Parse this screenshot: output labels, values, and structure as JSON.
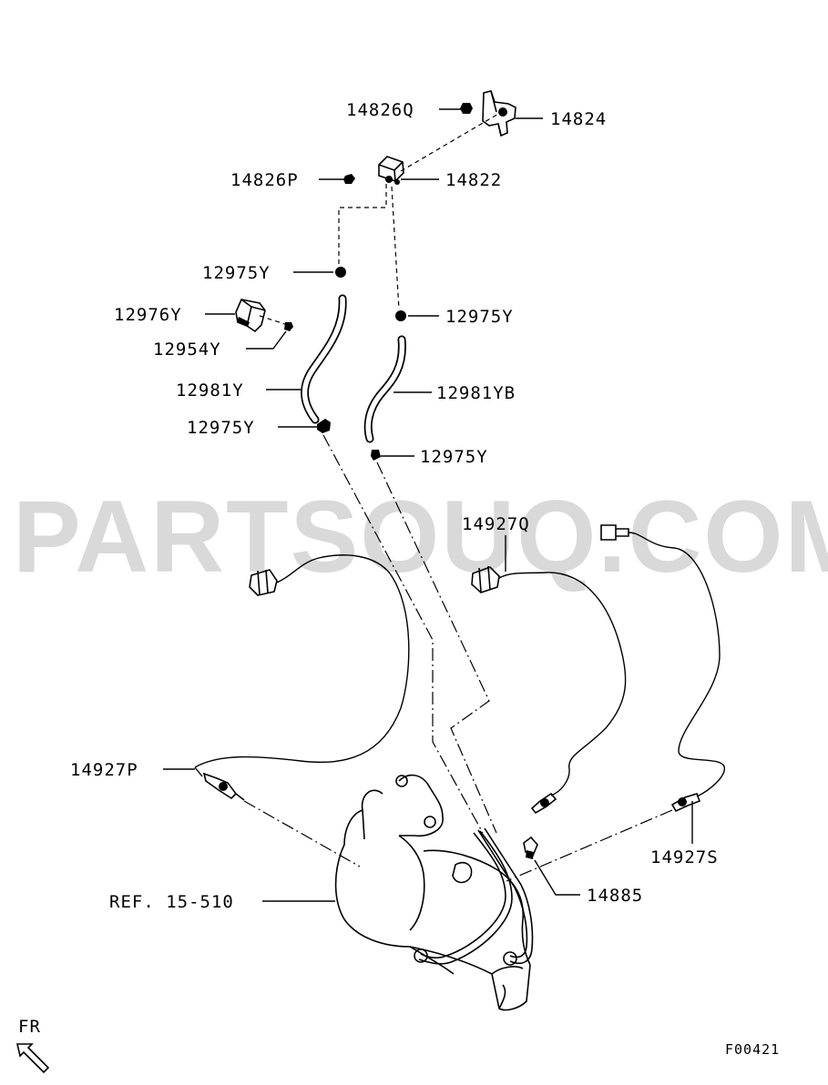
{
  "watermark": "PARTSOUQ.COM",
  "diagram_code": "F00421",
  "direction_label": "FR",
  "labels": {
    "p14826q": "14826Q",
    "p14824": "14824",
    "p14826p": "14826P",
    "p14822": "14822",
    "p12975y_a": "12975Y",
    "p12976y": "12976Y",
    "p12975y_b": "12975Y",
    "p12954y": "12954Y",
    "p12981y": "12981Y",
    "p12981yb": "12981YB",
    "p12975y_c": "12975Y",
    "p12975y_d": "12975Y",
    "p14927q": "14927Q",
    "p14927p": "14927P",
    "p14927s": "14927S",
    "p14885": "14885",
    "ref": "REF. 15-510"
  }
}
